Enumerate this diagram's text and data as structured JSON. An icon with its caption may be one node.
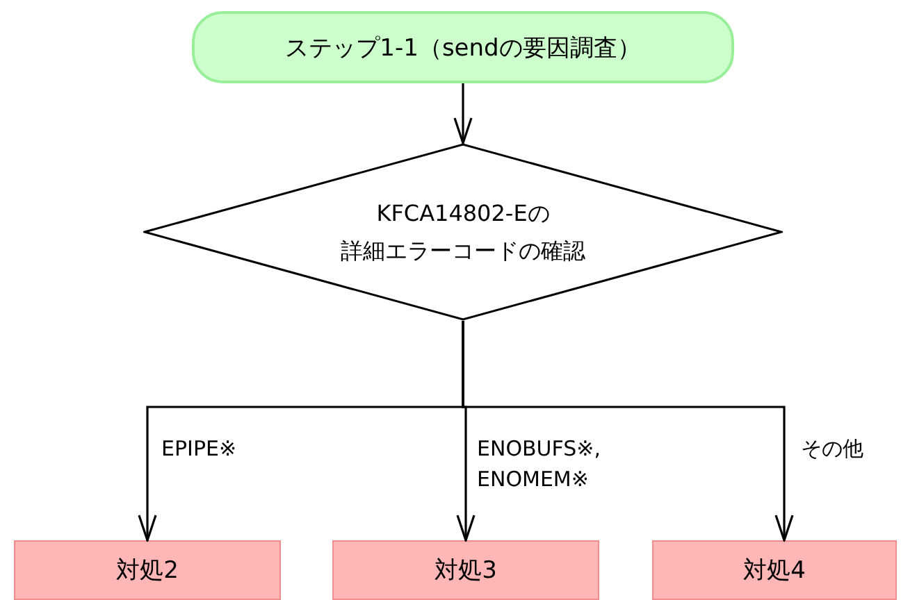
{
  "diagram": {
    "nodes": [
      {
        "text": [
          "ステップ1-1（sendの要因調査）"
        ]
      },
      {
        "text": [
          "KFCA14802-Eの詳細エラーコードの確認"
        ]
      },
      {
        "text": [
          "対処2"
        ]
      },
      {
        "text": [
          "対処3"
        ]
      },
      {
        "text": [
          "対処4"
        ]
      }
    ],
    "edges": [
      {
        "from": 0,
        "to": 1,
        "arrow": "to"
      },
      {
        "from": 1,
        "to": 2,
        "arrow": "to",
        "label": "EPIPE※"
      },
      {
        "from": 1,
        "to": 3,
        "arrow": "to",
        "label": "ENOBUFS※, ENOMEM※"
      },
      {
        "from": 1,
        "to": 4,
        "arrow": "to",
        "label": "その他"
      }
    ]
  }
}
